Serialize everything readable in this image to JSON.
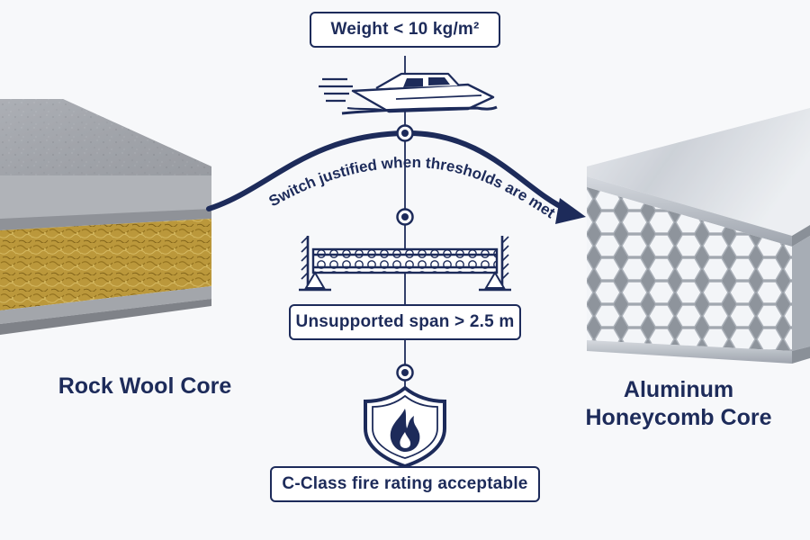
{
  "thresholds": {
    "weight": "Weight < 10 kg/m²",
    "span": "Unsupported span > 2.5 m",
    "fire": "C-Class fire rating acceptable"
  },
  "arrow_caption": "Switch justified when thresholds are met",
  "left_material": {
    "label": "Rock Wool Core"
  },
  "right_material": {
    "line1": "Aluminum",
    "line2": "Honeycomb Core"
  },
  "icons": {
    "weight": "speedboat-icon",
    "span": "supported-beam-icon",
    "fire": "fire-shield-icon"
  },
  "colors": {
    "primary": "#1d2b5a",
    "rock_wool": "#c9a640",
    "steel_sheet": "#9a9da3",
    "aluminum": "#c9ced6"
  }
}
